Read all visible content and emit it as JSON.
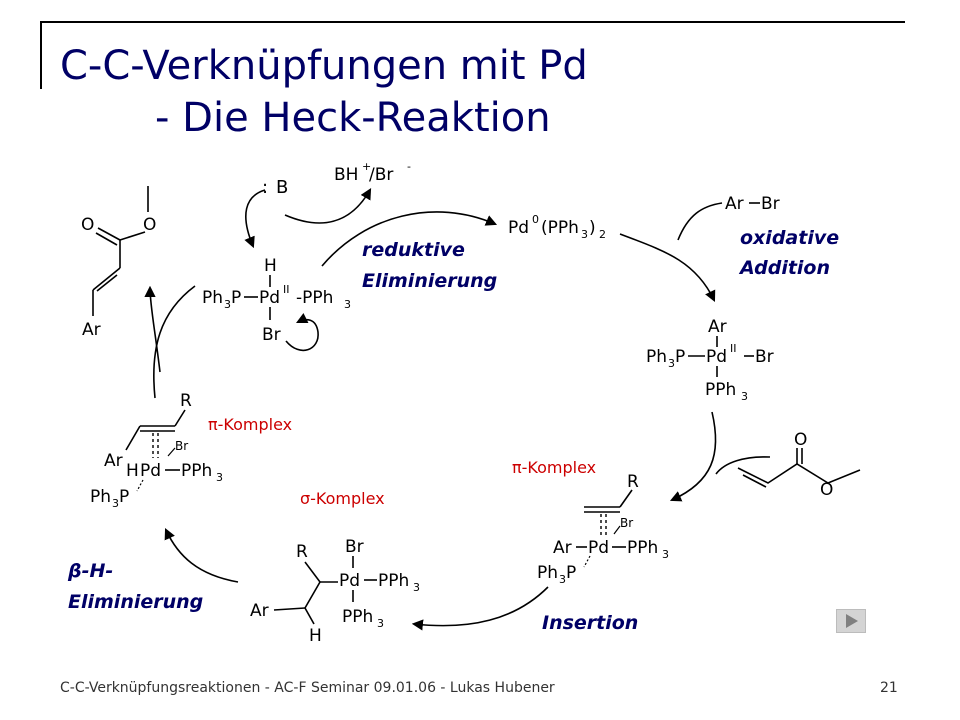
{
  "slide": {
    "title_line1": "C-C-Verknüpfungen mit Pd",
    "title_line2": "- Die Heck-Reaktion",
    "footer_text": "C-C-Verknüpfungsreaktionen  -  AC-F Seminar 09.01.06  -  Lukas Hubener",
    "page_number": "21",
    "nav_icon": "next-slide-triangle-icon"
  },
  "scheme": {
    "colors": {
      "title": "#000066",
      "step_label": "#000066",
      "complex_label": "#cc0000",
      "chem": "#000000"
    },
    "step_labels": {
      "reductive_line1": "reduktive",
      "reductive_line2": "Eliminierung",
      "oxidative_line1": "oxidative",
      "oxidative_line2": "Addition",
      "insertion": "Insertion",
      "beta_line1": "β-H-",
      "beta_line2": "Eliminierung"
    },
    "complex_labels": {
      "pi_complex_left": "π-Komplex",
      "pi_complex_right": "π-Komplex",
      "sigma_complex": "σ-Komplex"
    },
    "base": {
      "lone_pair": ":",
      "letter": "B"
    },
    "salt": {
      "BH": "BH",
      "plus": "+",
      "slash": "/Br",
      "minus": "-"
    },
    "pd0": {
      "pd": "Pd",
      "ox": "0",
      "open": "(PPh",
      "sub": "3",
      "close": ")",
      "count": "2"
    },
    "aryl_bromide": {
      "ar": "Ar",
      "br": "Br"
    },
    "ox_add_complex": {
      "ar": "Ar",
      "ph3p": "Ph",
      "ph3p_sub": "3",
      "ph3p_p": "P",
      "pd": "Pd",
      "ox": "II",
      "br": "Br",
      "pph3": "PPh",
      "pph3_sub": "3"
    },
    "acrylate_right": {
      "o_carbonyl": "O",
      "o_ester": "O"
    },
    "insertion_pi_complex": {
      "r": "R",
      "br": "Br",
      "ar": "Ar",
      "pd": "Pd",
      "pph3": "PPh",
      "pph3_sub": "3",
      "ph3p": "Ph",
      "ph3p_sub": "3",
      "ph3p_p": "P"
    },
    "sigma_complex": {
      "r": "R",
      "br": "Br",
      "pd": "Pd",
      "pph3_right": "PPh",
      "pph3_right_sub": "3",
      "ar": "Ar",
      "pph3_bottom": "PPh",
      "pph3_bottom_sub": "3",
      "h": "H"
    },
    "beta_pi_complex": {
      "r": "R",
      "br": "Br",
      "ar": "Ar",
      "h": "H",
      "pd": "Pd",
      "pph3": "PPh",
      "pph3_sub": "3",
      "ph3p": "Ph",
      "ph3p_sub": "3",
      "ph3p_p": "P"
    },
    "hydride_complex": {
      "h": "H",
      "ph3p": "Ph",
      "ph3p_sub": "3",
      "ph3p_p": "P",
      "pd": "Pd",
      "ox": "II",
      "pph3": "-PPh",
      "pph3_sub": "3",
      "br": "Br"
    },
    "product": {
      "o_carbonyl": "O",
      "o_ester": "O",
      "ar": "Ar"
    }
  }
}
